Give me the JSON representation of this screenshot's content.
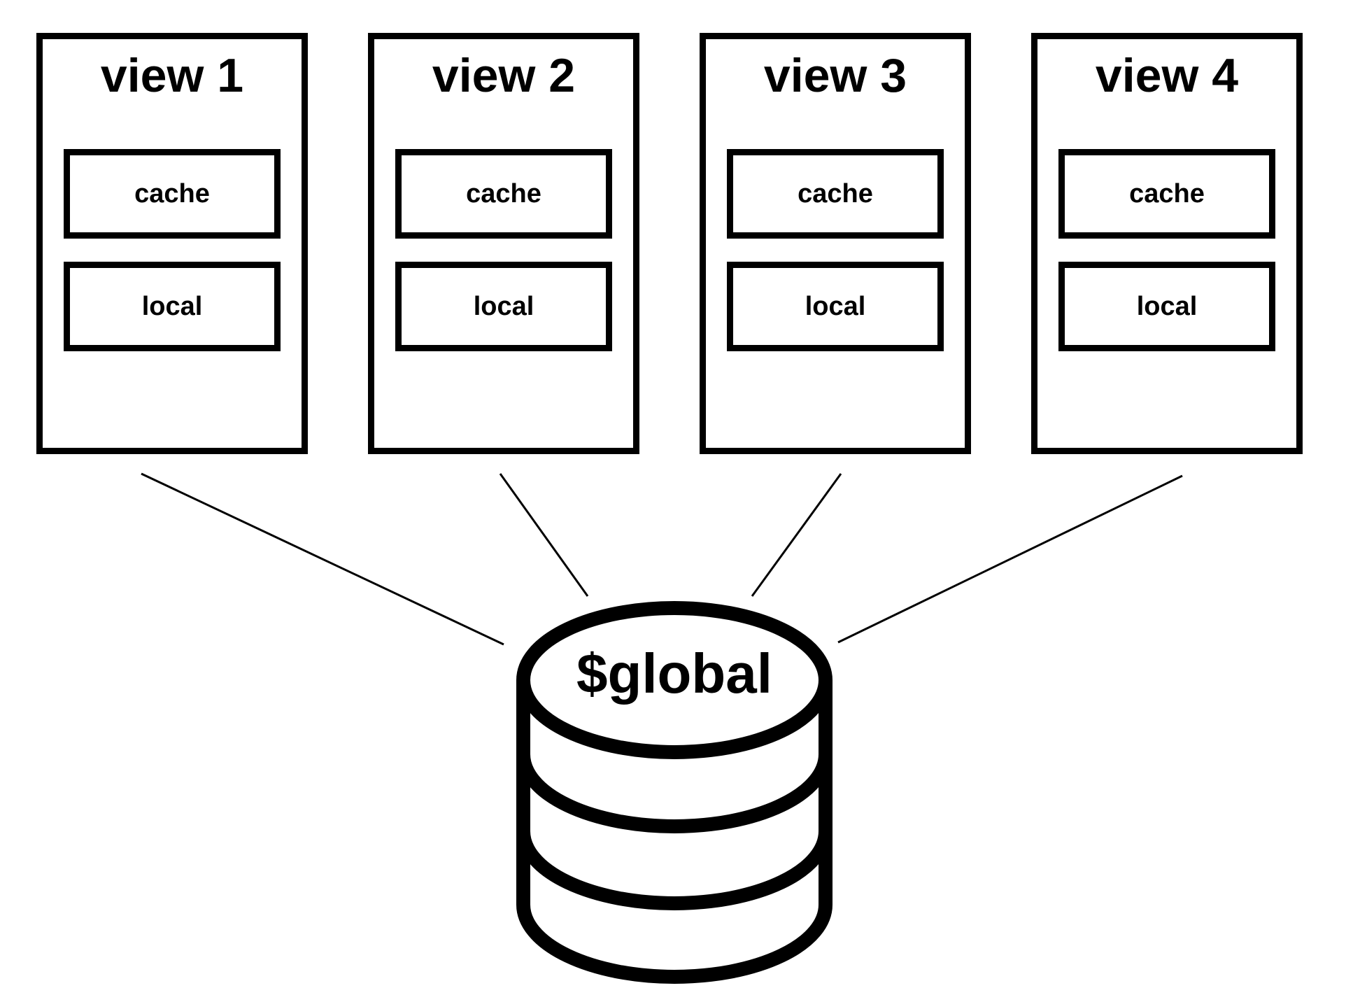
{
  "views": [
    {
      "title": "view 1",
      "cache": "cache",
      "local": "local"
    },
    {
      "title": "view 2",
      "cache": "cache",
      "local": "local"
    },
    {
      "title": "view 3",
      "cache": "cache",
      "local": "local"
    },
    {
      "title": "view 4",
      "cache": "cache",
      "local": "local"
    }
  ],
  "database": {
    "label": "$global",
    "icon": "database-cylinder-icon"
  },
  "colors": {
    "stroke": "#000000",
    "background": "#ffffff"
  }
}
